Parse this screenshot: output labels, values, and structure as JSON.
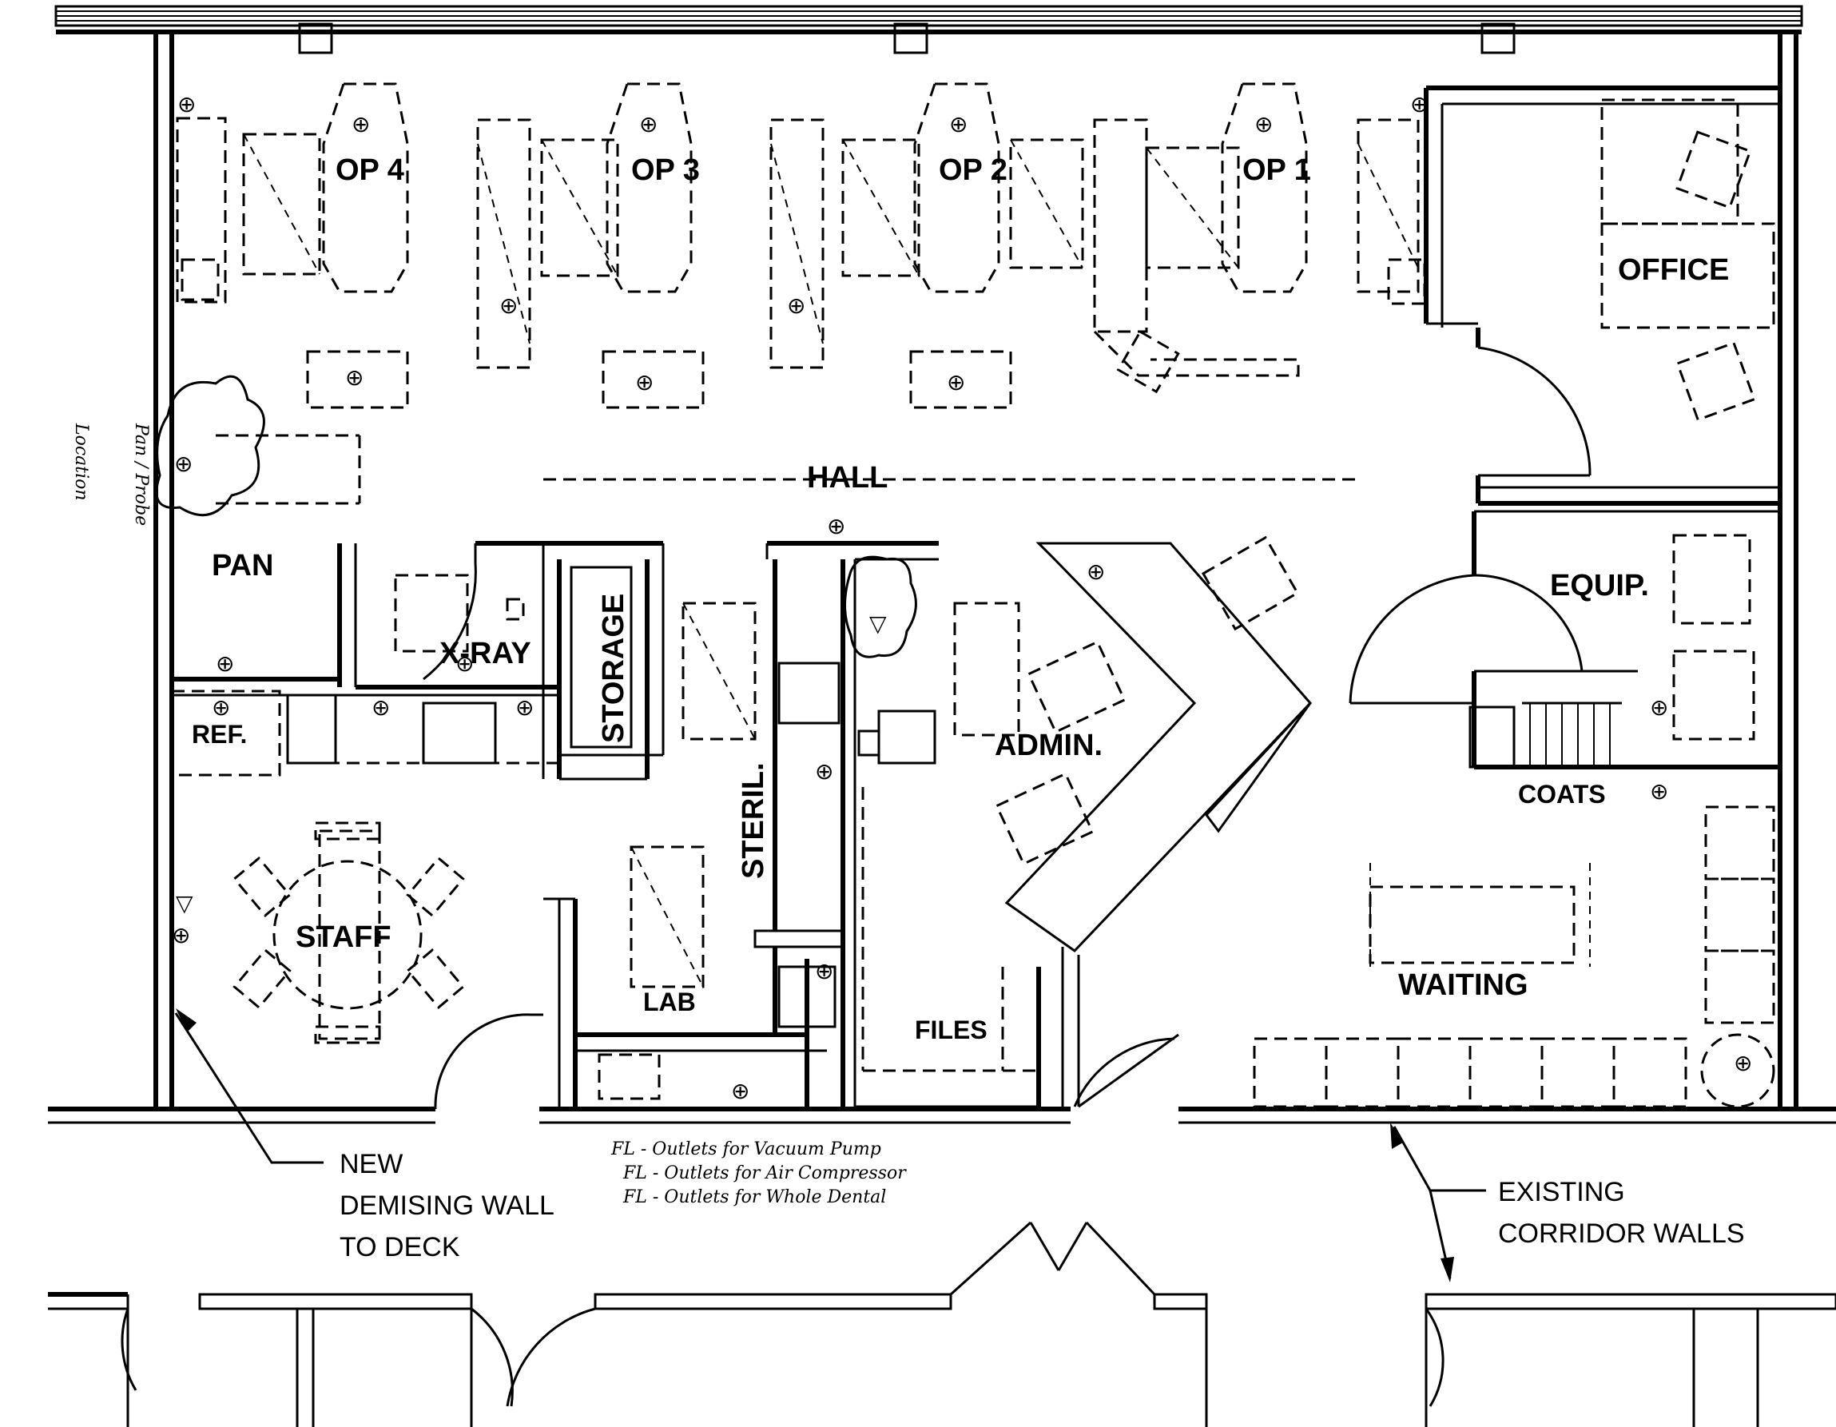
{
  "rooms": {
    "op4": "OP 4",
    "op3": "OP 3",
    "op2": "OP 2",
    "op1": "OP 1",
    "office": "OFFICE",
    "hall": "HALL",
    "pan": "PAN",
    "xray": "X-RAY",
    "storage": "STORAGE",
    "steril": "STERIL.",
    "admin": "ADMIN.",
    "equip": "EQUIP.",
    "coats": "COATS",
    "ref": "REF.",
    "staff": "STAFF",
    "lab": "LAB",
    "files": "FILES",
    "waiting": "WAITING"
  },
  "callouts": {
    "new_wall_1": "NEW",
    "new_wall_2": "DEMISING WALL",
    "new_wall_3": "TO DECK",
    "existing_1": "EXISTING",
    "existing_2": "CORRIDOR WALLS"
  },
  "handwritten": {
    "pan_location_1": "Pan / Probe",
    "pan_location_2": "Location",
    "legend_1": "FL - Outlets for Vacuum Pump",
    "legend_2": "FL - Outlets for Air Compressor",
    "legend_3": "FL - Outlets for Whole Dental"
  },
  "symbols": {
    "outlet": "⊕",
    "phone": "▽"
  }
}
